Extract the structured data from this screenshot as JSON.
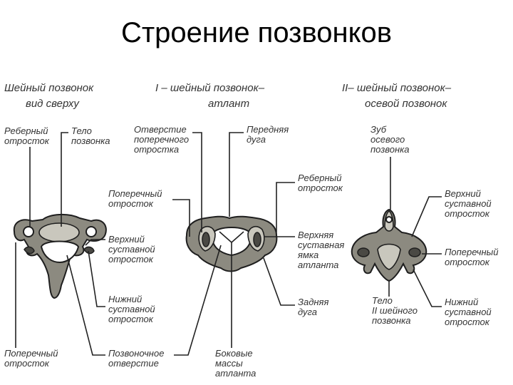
{
  "title": "Строение позвонков",
  "headers": {
    "cervical": [
      "Шейный позвонок",
      "вид сверху"
    ],
    "atlas": [
      "I – шейный позвонок–",
      "атлант"
    ],
    "axis": [
      "II– шейный позвонок–",
      "осевой позвонок"
    ]
  },
  "labels": {
    "rib_process_1": [
      "Реберный",
      "отросток"
    ],
    "body": [
      "Тело",
      "позвонка"
    ],
    "transverse_foramen": [
      "Отверстие",
      "поперечного",
      "отростка"
    ],
    "anterior_arch": [
      "Передняя",
      "дуга"
    ],
    "dens": [
      "Зуб",
      "осевого",
      "позвонка"
    ],
    "rib_process_2": [
      "Реберный",
      "отросток"
    ],
    "transverse_process_1": [
      "Поперечный",
      "отросток"
    ],
    "superior_articular_1": [
      "Верхний",
      "суставной",
      "отросток"
    ],
    "superior_fovea": [
      "Верхняя",
      "суставная",
      "ямка",
      "атланта"
    ],
    "superior_articular_2": [
      "Верхний",
      "суставной",
      "отросток"
    ],
    "transverse_process_3": [
      "Поперечный",
      "отросток"
    ],
    "inferior_articular_1": [
      "Нижний",
      "суставной",
      "отросток"
    ],
    "posterior_arch": [
      "Задняя",
      "дуга"
    ],
    "axis_body": [
      "Тело",
      "II шейного",
      "позвонка"
    ],
    "inferior_articular_2": [
      "Нижний",
      "суставной",
      "отросток"
    ],
    "transverse_process_2": [
      "Поперечный",
      "отросток"
    ],
    "vertebral_foramen": [
      "Позвоночное",
      "отверстие"
    ],
    "lateral_masses": [
      "Боковые",
      "массы",
      "атланта"
    ]
  }
}
